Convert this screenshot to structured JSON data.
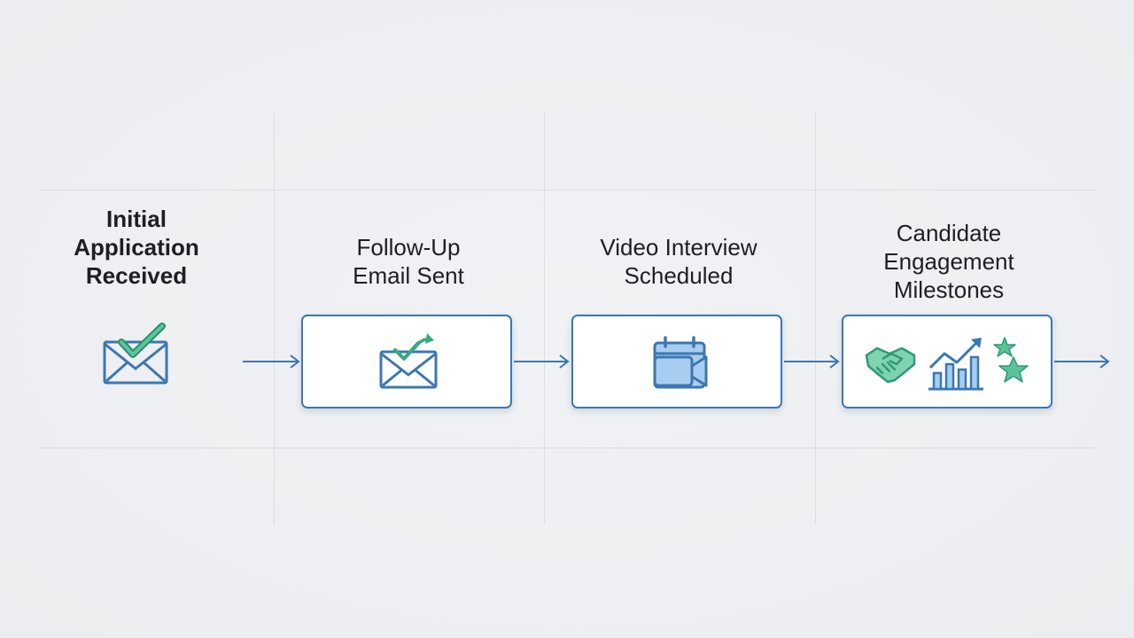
{
  "stages": [
    {
      "title_lines": [
        "Initial",
        "Application",
        "Received"
      ],
      "icon": "envelope-check-icon",
      "boxed": false
    },
    {
      "title_lines": [
        "Follow-Up",
        "Email Sent"
      ],
      "icon": "envelope-send-check-icon",
      "boxed": true
    },
    {
      "title_lines": [
        "Video Interview",
        "Scheduled"
      ],
      "icon": "calendar-video-icon",
      "boxed": true
    },
    {
      "title_lines": [
        "Candidate",
        "Engagement",
        "Milestones"
      ],
      "icons": [
        "handshake-icon",
        "growth-chart-icon",
        "stars-icon"
      ],
      "boxed": true
    }
  ],
  "colors": {
    "outline_blue": "#3b78b0",
    "accent_green": "#3aa882",
    "fill_blue": "#a9cdf0",
    "text": "#1c1f24"
  }
}
